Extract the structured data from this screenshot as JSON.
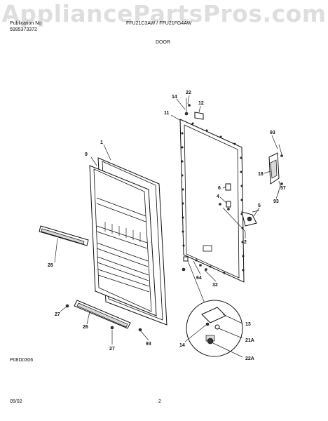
{
  "watermark": "AppliancePartsPros.com",
  "header": {
    "publication_label": "Publication No",
    "publication_no": "5995373372",
    "model": "FFU21C3AW / FFU21FG4AW",
    "section": "DOOR"
  },
  "footer": {
    "figure_code": "P08D0306",
    "date": "05/02",
    "page": "2"
  },
  "callouts": {
    "c1": "1",
    "c9": "9",
    "c11": "11",
    "c12": "12",
    "c14a": "14",
    "c22a": "22",
    "c93a": "93",
    "c18": "18",
    "c57": "57",
    "c93b": "93",
    "c6": "6",
    "c4": "4",
    "c5": "5",
    "c2": "2",
    "c28": "28",
    "c27a": "27",
    "c26": "26",
    "c27b": "27",
    "c93c": "93",
    "c64": "64",
    "c32": "32",
    "c13": "13",
    "c14b": "14",
    "c21a": "21A",
    "c22b": "22A"
  }
}
